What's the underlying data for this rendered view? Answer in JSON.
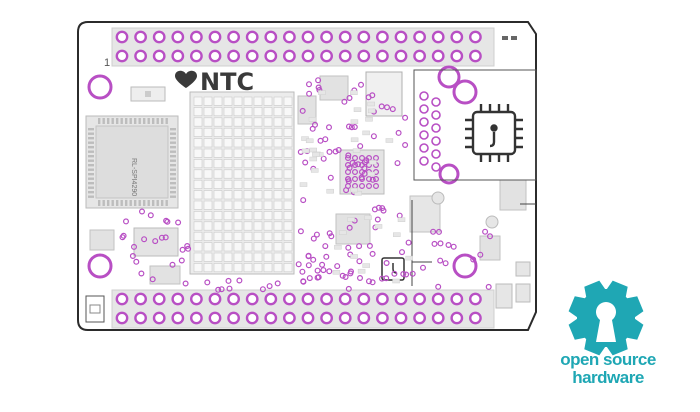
{
  "board": {
    "logo_text": "NTC",
    "pin1_label": "1",
    "chip_label": "RL-SPI4290"
  },
  "oshw": {
    "line1": "open source",
    "line2": "hardware"
  },
  "colors": {
    "outline": "#2b2b2b",
    "pad": "#b84fc4",
    "component": "#dcdcdc",
    "logo": "#3a3a3a",
    "oshw": "#1fa7b4"
  },
  "icons": [
    "heart-icon",
    "chip-icon",
    "gear-keyhole-icon"
  ]
}
